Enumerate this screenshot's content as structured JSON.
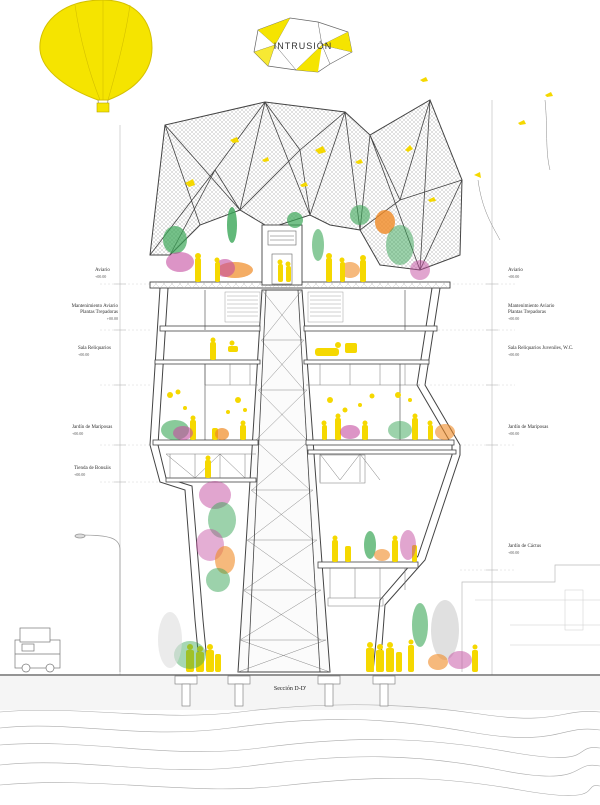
{
  "title": "INTRUSIÓN",
  "section_label": "Sección D-D'",
  "levels_left": [
    {
      "name": "Aviario",
      "elev": "+00.00"
    },
    {
      "name": "Mantenimiento Aviario\nPlantas Trepadoras",
      "elev": "+00.00"
    },
    {
      "name": "Sala Reliquarios",
      "elev": "+00.00"
    },
    {
      "name": "Jardín de Mariposas",
      "elev": "+00.00"
    },
    {
      "name": "Tienda de Bonsáis",
      "elev": "+00.00"
    }
  ],
  "levels_right": [
    {
      "name": "Aviario",
      "elev": "+00.00"
    },
    {
      "name": "Mantenimiento Aviario\nPlantas Trepadoras",
      "elev": "+00.00"
    },
    {
      "name": "Sala Reliquarios Juveniles, W.C.",
      "elev": "+00.00"
    },
    {
      "name": "Jardín de Mariposas",
      "elev": "+00.00"
    },
    {
      "name": "Jardín de Cáctus",
      "elev": "+00.00"
    }
  ],
  "colors": {
    "accent": "#f5d800",
    "line": "#555555",
    "mesh": "#888888",
    "plant_green": "#3aa657",
    "plant_pink": "#c44ca0",
    "plant_orange": "#f08a24"
  }
}
